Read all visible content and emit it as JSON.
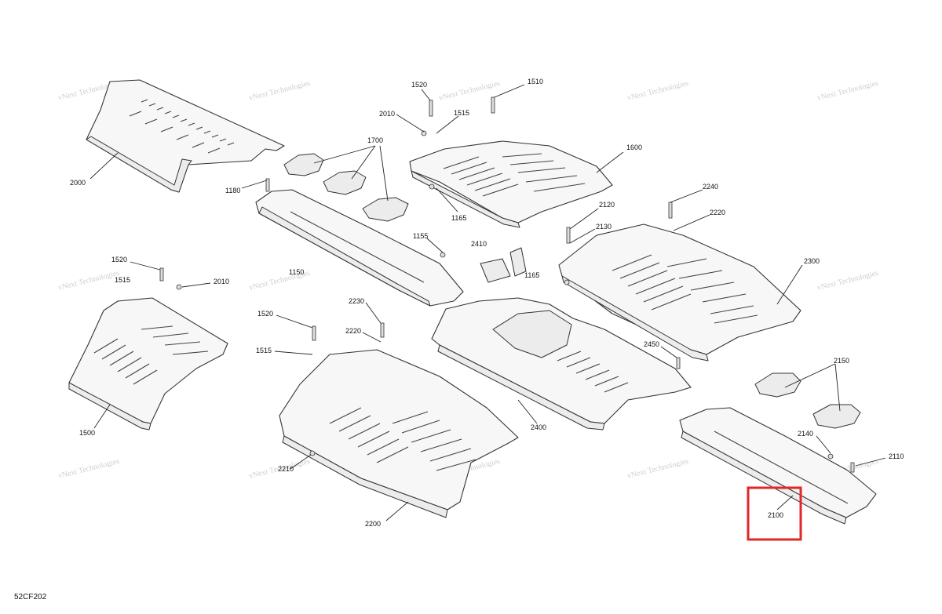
{
  "diagram_code": "52CF202",
  "watermark": "vNext Technologies",
  "highlighted_callout": "2100",
  "highlight_color": "#e32626",
  "callouts": [
    "2000",
    "1520",
    "2010",
    "1515",
    "1510",
    "1700",
    "1600",
    "1180",
    "1165",
    "1155",
    "2410",
    "1150",
    "1165",
    "2240",
    "2220",
    "2120",
    "2130",
    "2300",
    "1520",
    "1515",
    "2010",
    "1500",
    "2230",
    "1520",
    "2220",
    "1515",
    "2210",
    "2200",
    "2400",
    "2450",
    "2150",
    "2140",
    "2110",
    "2100"
  ]
}
